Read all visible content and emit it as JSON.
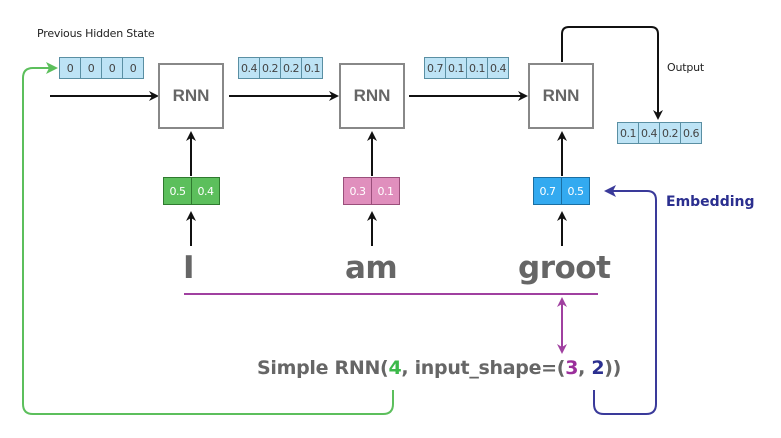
{
  "labels": {
    "previous_hidden_state": "Previous Hidden State",
    "output": "Output",
    "embedding": "Embedding"
  },
  "rnn_cells": [
    {
      "label": "RNN"
    },
    {
      "label": "RNN"
    },
    {
      "label": "RNN"
    }
  ],
  "hidden_states": {
    "initial": [
      "0",
      "0",
      "0",
      "0"
    ],
    "after_step_1": [
      "0.4",
      "0.2",
      "0.2",
      "0.1"
    ],
    "after_step_2": [
      "0.7",
      "0.1",
      "0.1",
      "0.4"
    ],
    "output": [
      "0.1",
      "0.4",
      "0.2",
      "0.6"
    ]
  },
  "embeddings": [
    {
      "word": "I",
      "values": [
        "0.5",
        "0.4"
      ],
      "color": "#5cbf5c"
    },
    {
      "word": "am",
      "values": [
        "0.3",
        "0.1"
      ],
      "color": "#e08fbd"
    },
    {
      "word": "groot",
      "values": [
        "0.7",
        "0.5"
      ],
      "color": "#33aaf0"
    }
  ],
  "code": {
    "prefix": "Simple RNN(",
    "units": "4",
    "middle": ", input_shape=(",
    "timesteps": "3",
    "sep": ", ",
    "features": "2",
    "suffix": "))"
  },
  "colors": {
    "units": "#3cb94a",
    "timesteps": "#9b2f9b",
    "features": "#2b2f8f",
    "green_arrow": "#5cbf5c",
    "purple_arrow": "#a040a0",
    "navy_arrow": "#3a3a9a"
  }
}
